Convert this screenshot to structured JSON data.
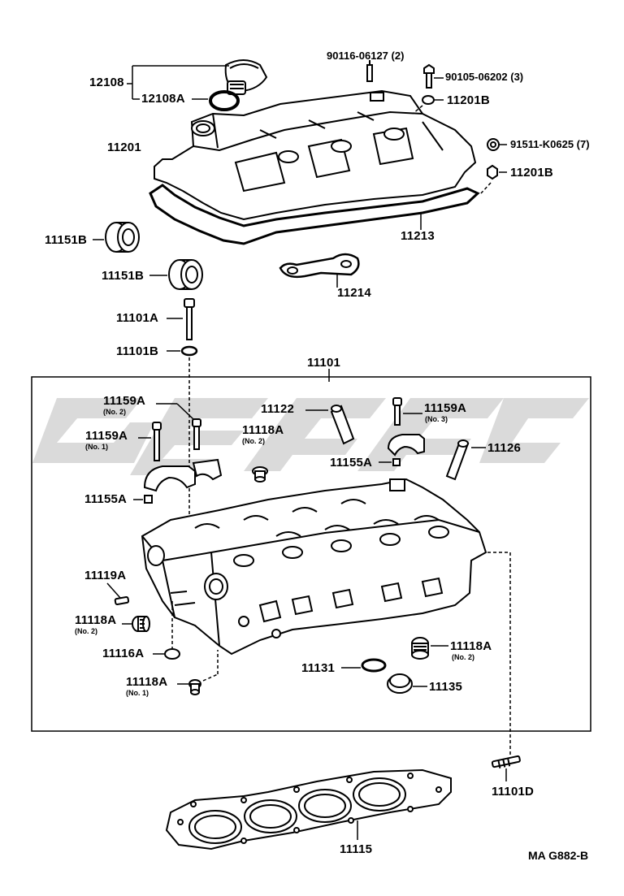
{
  "diagram": {
    "labels": {
      "p12108": "12108",
      "p12108A": "12108A",
      "p90116": "90116-06127 (2)",
      "p90105": "90105-06202 (3)",
      "p11201B_top": "11201B",
      "p11201": "11201",
      "p91511": "91511-K0625 (7)",
      "p11201B_right": "11201B",
      "p11213": "11213",
      "p11151B_1": "11151B",
      "p11151B_2": "11151B",
      "p11214": "11214",
      "p11101A": "11101A",
      "p11101B": "11101B",
      "p11101": "11101",
      "p11159A_no2": "11159A",
      "p11159A_no2_sub": "(No. 2)",
      "p11122": "11122",
      "p11159A_no3": "11159A",
      "p11159A_no3_sub": "(No. 3)",
      "p11159A_no1": "11159A",
      "p11159A_no1_sub": "(No. 1)",
      "p11118A_no2_top": "11118A",
      "p11118A_no2_top_sub": "(No. 2)",
      "p11126": "11126",
      "p11155A_right": "11155A",
      "p11155A_left": "11155A",
      "p11119A": "11119A",
      "p11118A_no2_left": "11118A",
      "p11118A_no2_left_sub": "(No. 2)",
      "p11116A": "11116A",
      "p11118A_no2_right": "11118A",
      "p11118A_no2_right_sub": "(No. 2)",
      "p11131": "11131",
      "p11135": "11135",
      "p11118A_no1": "11118A",
      "p11118A_no1_sub": "(No. 1)",
      "p11101D": "11101D",
      "p11115": "11115",
      "figure_code": "MA  G882-B"
    }
  }
}
